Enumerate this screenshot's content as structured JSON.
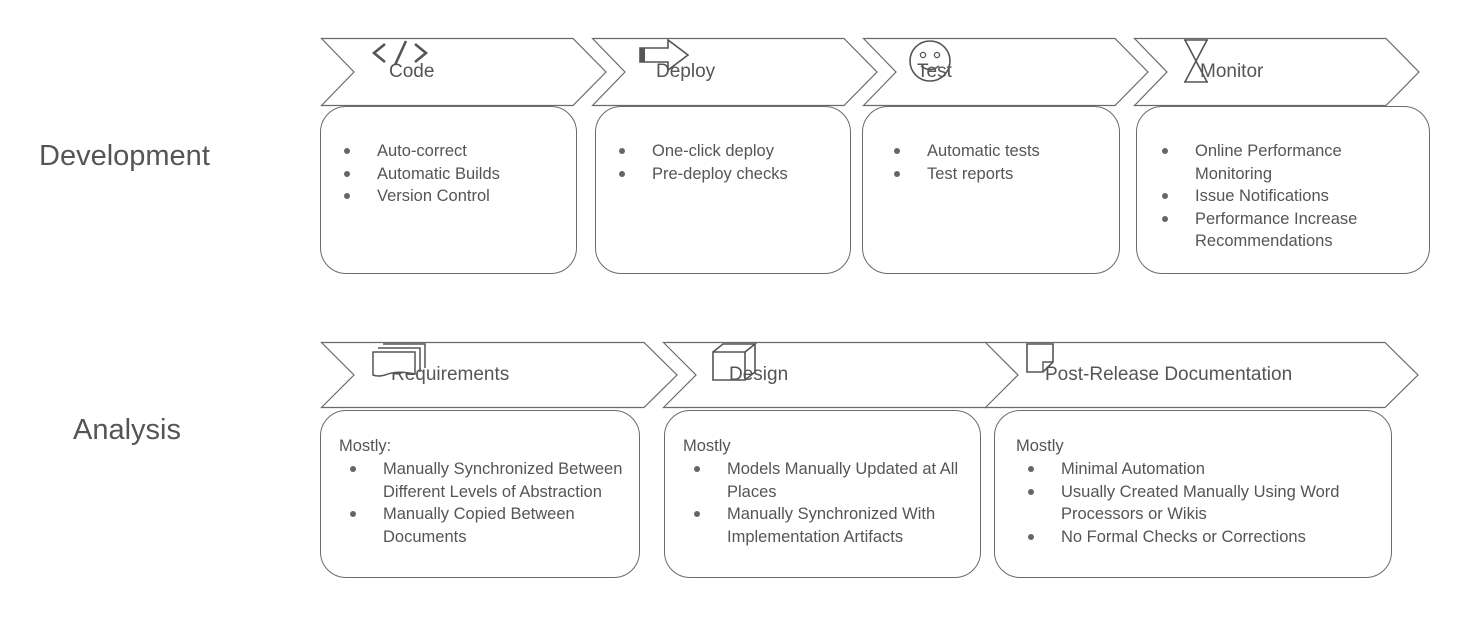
{
  "rows": {
    "development": {
      "label": "Development"
    },
    "analysis": {
      "label": "Analysis"
    }
  },
  "stages": {
    "code": {
      "title": "Code",
      "icon": "code-icon"
    },
    "deploy": {
      "title": "Deploy",
      "icon": "arrow-right-icon"
    },
    "test": {
      "title": "Test",
      "icon": "smiley-icon"
    },
    "monitor": {
      "title": "Monitor",
      "icon": "hourglass-icon"
    },
    "requirements": {
      "title": "Requirements",
      "icon": "stacked-pages-icon"
    },
    "design": {
      "title": "Design",
      "icon": "cube-icon"
    },
    "postrelease": {
      "title": "Post-Release Documentation",
      "icon": "note-icon"
    }
  },
  "cards": {
    "code": {
      "items": [
        "Auto-correct",
        "Automatic Builds",
        "Version Control"
      ]
    },
    "deploy": {
      "items": [
        "One-click deploy",
        "Pre-deploy checks"
      ]
    },
    "test": {
      "items": [
        "Automatic tests",
        "Test reports"
      ]
    },
    "monitor": {
      "items": [
        "Online Performance Monitoring",
        "Issue Notifications",
        "Performance Increase Recommendations"
      ]
    },
    "requirements": {
      "intro": "Mostly:",
      "items": [
        "Manually Synchronized Between Different Levels of Abstraction",
        "Manually Copied Between Documents"
      ]
    },
    "design": {
      "intro": "Mostly",
      "items": [
        "Models Manually Updated at All Places",
        "Manually Synchronized With Implementation Artifacts"
      ]
    },
    "postrelease": {
      "intro": "Mostly",
      "items": [
        "Minimal Automation",
        "Usually Created Manually Using Word Processors or Wikis",
        "No Formal Checks or Corrections"
      ]
    }
  },
  "colors": {
    "stroke": "#6b6b6b",
    "text": "#555555"
  }
}
